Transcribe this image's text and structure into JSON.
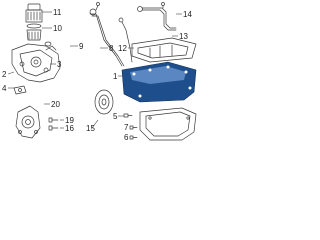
{
  "diagram": {
    "callouts": [
      {
        "id": "c11",
        "text": "11"
      },
      {
        "id": "c10",
        "text": "10"
      },
      {
        "id": "c9",
        "text": "9"
      },
      {
        "id": "c8",
        "text": "8"
      },
      {
        "id": "c14",
        "text": "14"
      },
      {
        "id": "c13",
        "text": "13"
      },
      {
        "id": "c12",
        "text": "12"
      },
      {
        "id": "c3",
        "text": "3"
      },
      {
        "id": "c1",
        "text": "1"
      },
      {
        "id": "c5",
        "text": "5"
      },
      {
        "id": "c2",
        "text": "2"
      },
      {
        "id": "c4",
        "text": "4"
      },
      {
        "id": "c20",
        "text": "20"
      },
      {
        "id": "c19",
        "text": "19"
      },
      {
        "id": "c16",
        "text": "16"
      },
      {
        "id": "c15",
        "text": "15"
      },
      {
        "id": "c7",
        "text": "7"
      },
      {
        "id": "c6",
        "text": "6"
      }
    ]
  },
  "colors": {
    "highlight": "#1e4f8c",
    "line": "#3a3a3a"
  }
}
